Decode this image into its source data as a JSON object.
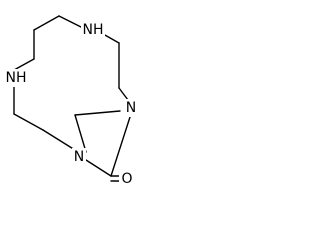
{
  "molecule": {
    "atoms": {
      "nh_top": "NH",
      "nh_left": "NH",
      "n_right": "N",
      "n_bottom": "N",
      "o_carbonyl": "O"
    },
    "colors": {
      "bond": "#000000",
      "text": "#000000",
      "background": "#ffffff"
    }
  }
}
